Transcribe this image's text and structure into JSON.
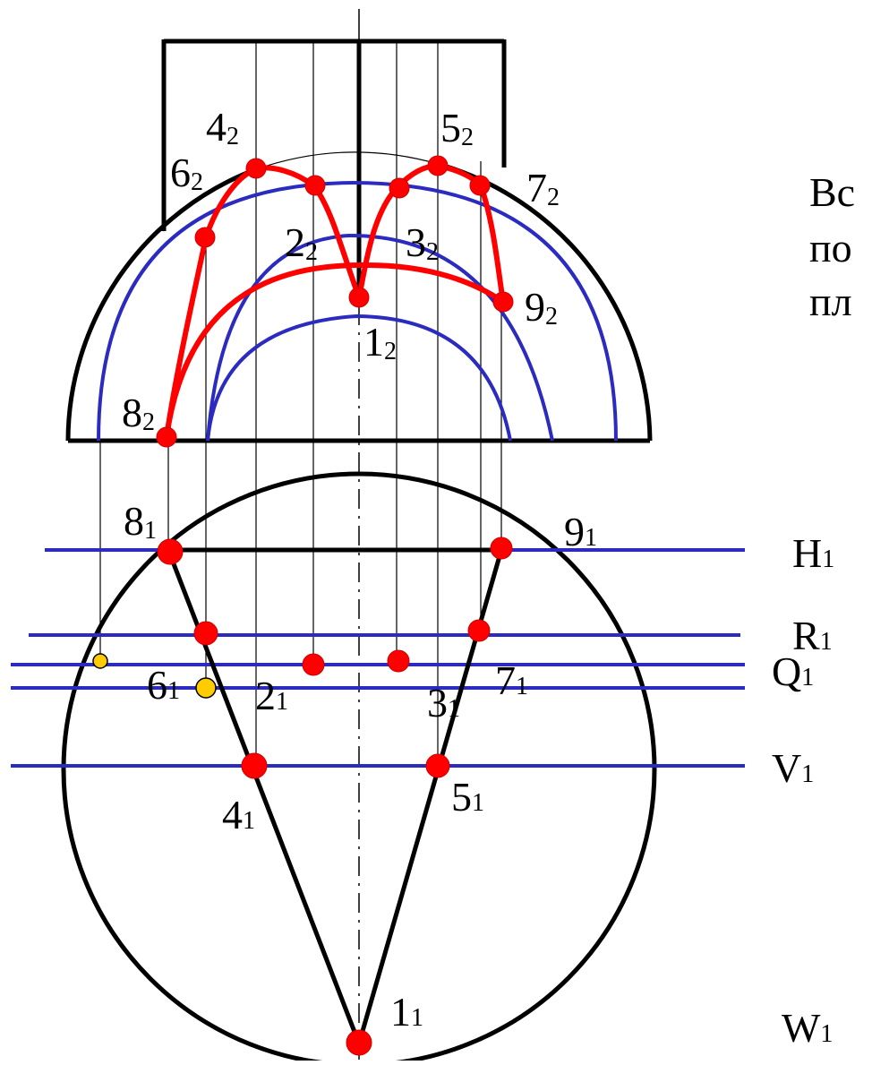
{
  "colors": {
    "outline": "#000000",
    "construction": "#000000",
    "section_lines": "#2b2bbf",
    "intersection_curve": "#ff0000",
    "point_fill": "#ff0000",
    "aux_point_fill": "#ffcc00"
  },
  "side_text": [
    "Вс",
    "по",
    "пл"
  ],
  "points_front": [
    {
      "num": "1",
      "sub": "2"
    },
    {
      "num": "2",
      "sub": "2"
    },
    {
      "num": "3",
      "sub": "2"
    },
    {
      "num": "4",
      "sub": "2"
    },
    {
      "num": "5",
      "sub": "2"
    },
    {
      "num": "6",
      "sub": "2"
    },
    {
      "num": "7",
      "sub": "2"
    },
    {
      "num": "8",
      "sub": "2"
    },
    {
      "num": "9",
      "sub": "2"
    }
  ],
  "points_top": [
    {
      "num": "1",
      "sub": "1"
    },
    {
      "num": "2",
      "sub": "1"
    },
    {
      "num": "3",
      "sub": "1"
    },
    {
      "num": "4",
      "sub": "1"
    },
    {
      "num": "5",
      "sub": "1"
    },
    {
      "num": "6",
      "sub": "1"
    },
    {
      "num": "7",
      "sub": "1"
    },
    {
      "num": "8",
      "sub": "1"
    },
    {
      "num": "9",
      "sub": "1"
    }
  ],
  "planes": [
    {
      "name": "H",
      "sub": "1"
    },
    {
      "name": "R",
      "sub": "1"
    },
    {
      "name": "V",
      "sub": "1"
    },
    {
      "name": "Q",
      "sub": "1"
    },
    {
      "name": "W",
      "sub": "1"
    }
  ]
}
